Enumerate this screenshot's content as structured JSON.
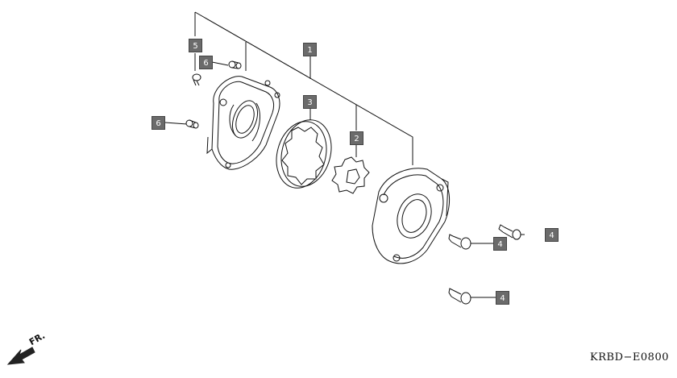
{
  "diagram": {
    "code": "KRBD−E0800",
    "front_marker": "FR.",
    "callouts": {
      "c1": "1",
      "c2": "2",
      "c3": "3",
      "c4a": "4",
      "c4b": "4",
      "c4c": "4",
      "c5": "5",
      "c6a": "6",
      "c6b": "6"
    }
  }
}
